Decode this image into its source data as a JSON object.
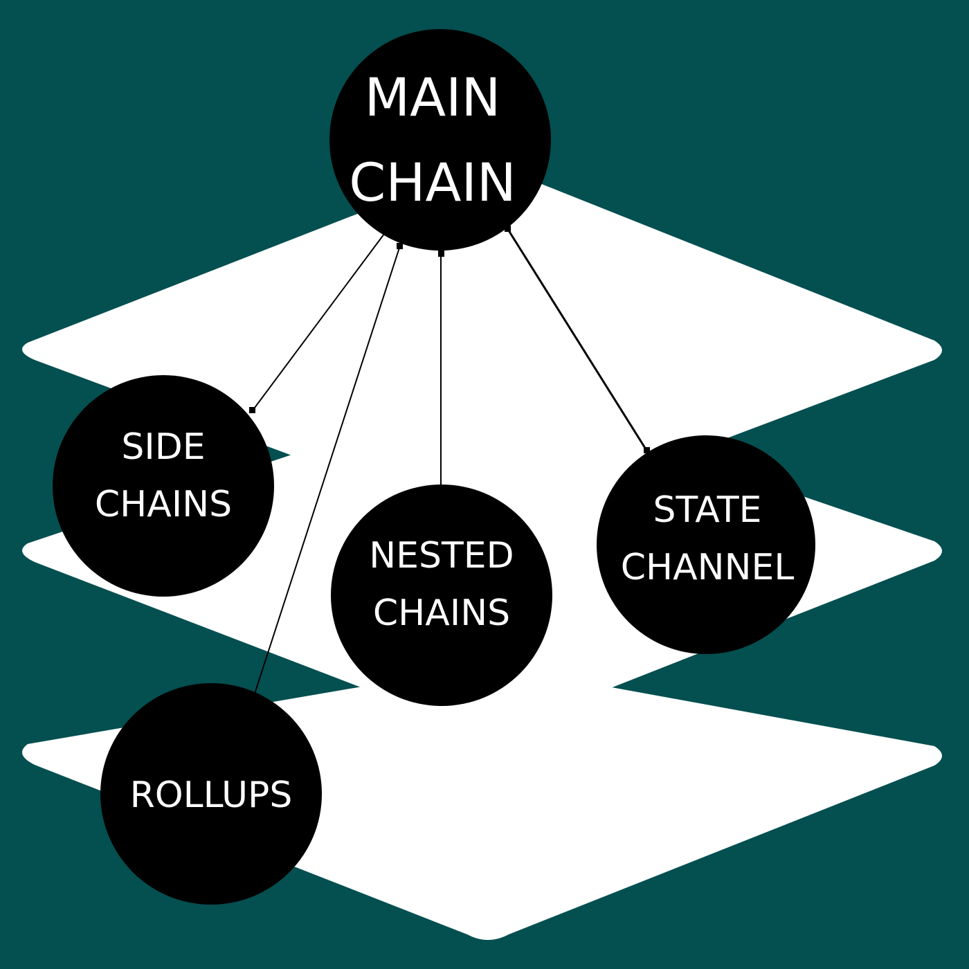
{
  "colors": {
    "background": "#044f50",
    "layer_fill": "#ffffff",
    "node_fill": "#000000",
    "node_text": "#ffffff",
    "connector": "#000000"
  },
  "nodes": {
    "main_chain": {
      "line1": "MAIN",
      "line2": "CHAIN"
    },
    "side_chains": {
      "line1": "SIDE",
      "line2": "CHAINS"
    },
    "nested_chains": {
      "line1": "NESTED",
      "line2": "CHAINS"
    },
    "state_channel": {
      "line1": "STATE",
      "line2": "CHANNEL"
    },
    "rollups": {
      "line1": "ROLLUPS"
    }
  },
  "edges": [
    {
      "from": "main_chain",
      "to": "side_chains"
    },
    {
      "from": "main_chain",
      "to": "rollups"
    },
    {
      "from": "main_chain",
      "to": "nested_chains"
    },
    {
      "from": "main_chain",
      "to": "state_channel"
    }
  ]
}
